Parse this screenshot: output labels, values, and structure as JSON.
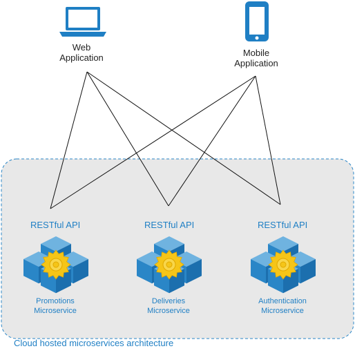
{
  "clients": {
    "web": {
      "line1": "Web",
      "line2": "Application",
      "icon": "laptop-icon"
    },
    "mobile": {
      "line1": "Mobile",
      "line2": "Application",
      "icon": "smartphone-icon"
    }
  },
  "services": [
    {
      "api_label": "RESTful API",
      "name_line1": "Promotions",
      "name_line2": "Microservice",
      "icon": "cubes-gear-icon"
    },
    {
      "api_label": "RESTful API",
      "name_line1": "Deliveries",
      "name_line2": "Microservice",
      "icon": "cubes-gear-icon"
    },
    {
      "api_label": "RESTful API",
      "name_line1": "Authentication",
      "name_line2": "Microservice",
      "icon": "cubes-gear-icon"
    }
  ],
  "cloud": {
    "label": "Cloud hosted microservices architecture"
  },
  "colors": {
    "accent": "#1f7fc4",
    "cube_front": "#2a86c7",
    "cube_top": "#6fb3e0",
    "gear": "#f5c518",
    "cloud_fill": "#e8e8e8",
    "cloud_border": "#2a86c7"
  }
}
